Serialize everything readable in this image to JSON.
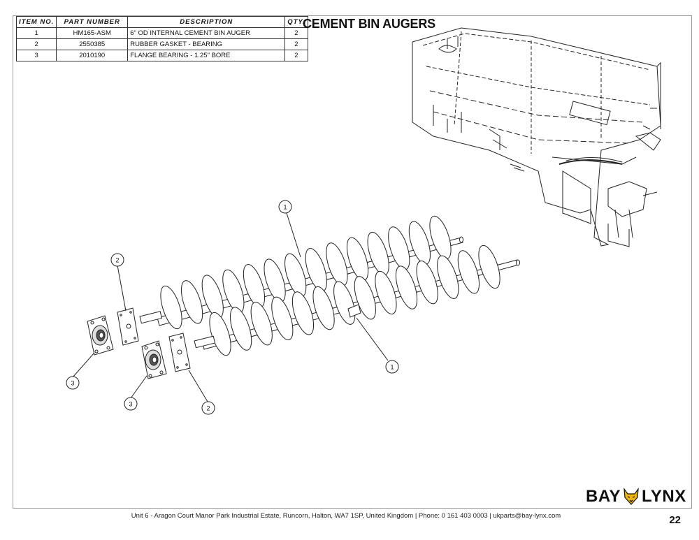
{
  "title": "CEMENT BIN AUGERS",
  "bom": {
    "headers": [
      "ITEM NO.",
      "PART NUMBER",
      "DESCRIPTION",
      "QTY."
    ],
    "rows": [
      {
        "item": "1",
        "part": "HM165-ASM",
        "desc": "6\" OD INTERNAL CEMENT BIN AUGER",
        "qty": "2"
      },
      {
        "item": "2",
        "part": "2550385",
        "desc": "RUBBER GASKET - BEARING",
        "qty": "2"
      },
      {
        "item": "3",
        "part": "2010190",
        "desc": "FLANGE BEARING - 1.25\" BORE",
        "qty": "2"
      }
    ]
  },
  "callouts": {
    "a": "1",
    "b": "2",
    "c": "3",
    "d": "1",
    "e": "3",
    "f": "2"
  },
  "logo": {
    "left": "BAY",
    "right": "LYNX",
    "icon": "lynx-head-icon",
    "accent": "#f2b705"
  },
  "footer": "Unit 6 - Aragon Court Manor Park Industrial Estate, Runcorn, Halton, WA7 1SP, United Kingdom  |  Phone: 0 161 403 0003  |  ukparts@bay-lynx.com",
  "page_number": "22"
}
